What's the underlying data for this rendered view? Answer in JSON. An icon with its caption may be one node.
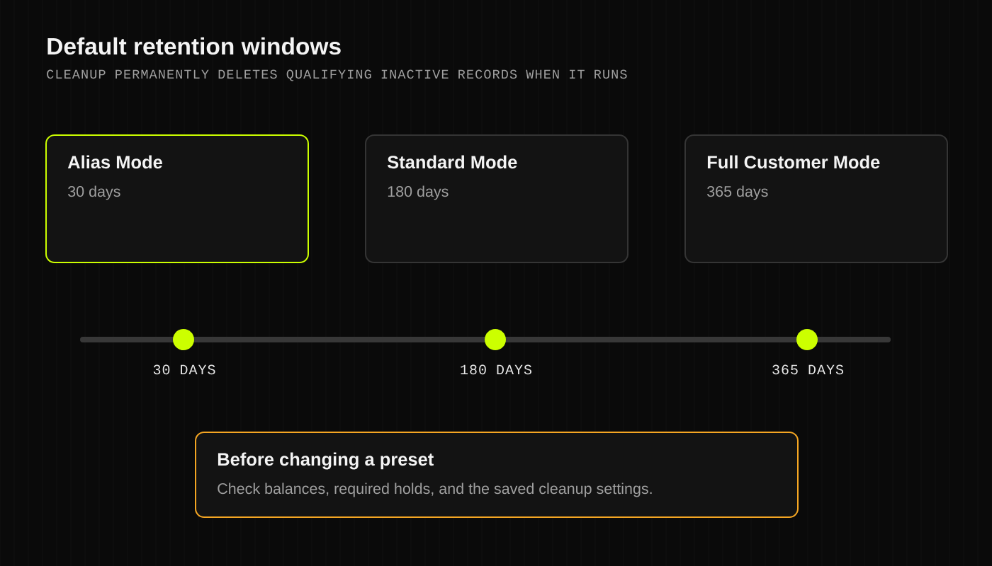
{
  "diagram": {
    "title": "Default retention windows",
    "nodes": [
      {
        "text": [
          "Alias Mode",
          "30 days"
        ]
      },
      {
        "text": [
          "Standard Mode",
          "180 days"
        ]
      },
      {
        "text": [
          "Full Customer Mode",
          "365 days"
        ]
      },
      {
        "text": [],
        "shape": "circle",
        "beside": [
          "30 DAYS"
        ]
      },
      {
        "text": [],
        "shape": "circle",
        "beside": [
          "180 DAYS"
        ]
      },
      {
        "text": [],
        "shape": "circle",
        "beside": [
          "365 DAYS"
        ]
      },
      {
        "text": [
          "Before changing a preset",
          "Check balances, required holds, and the saved cleanup settings."
        ]
      }
    ],
    "labels": [
      "CLEANUP PERMANENTLY DELETES QUALIFYING INACTIVE RECORDS WHEN IT RUNS"
    ]
  }
}
